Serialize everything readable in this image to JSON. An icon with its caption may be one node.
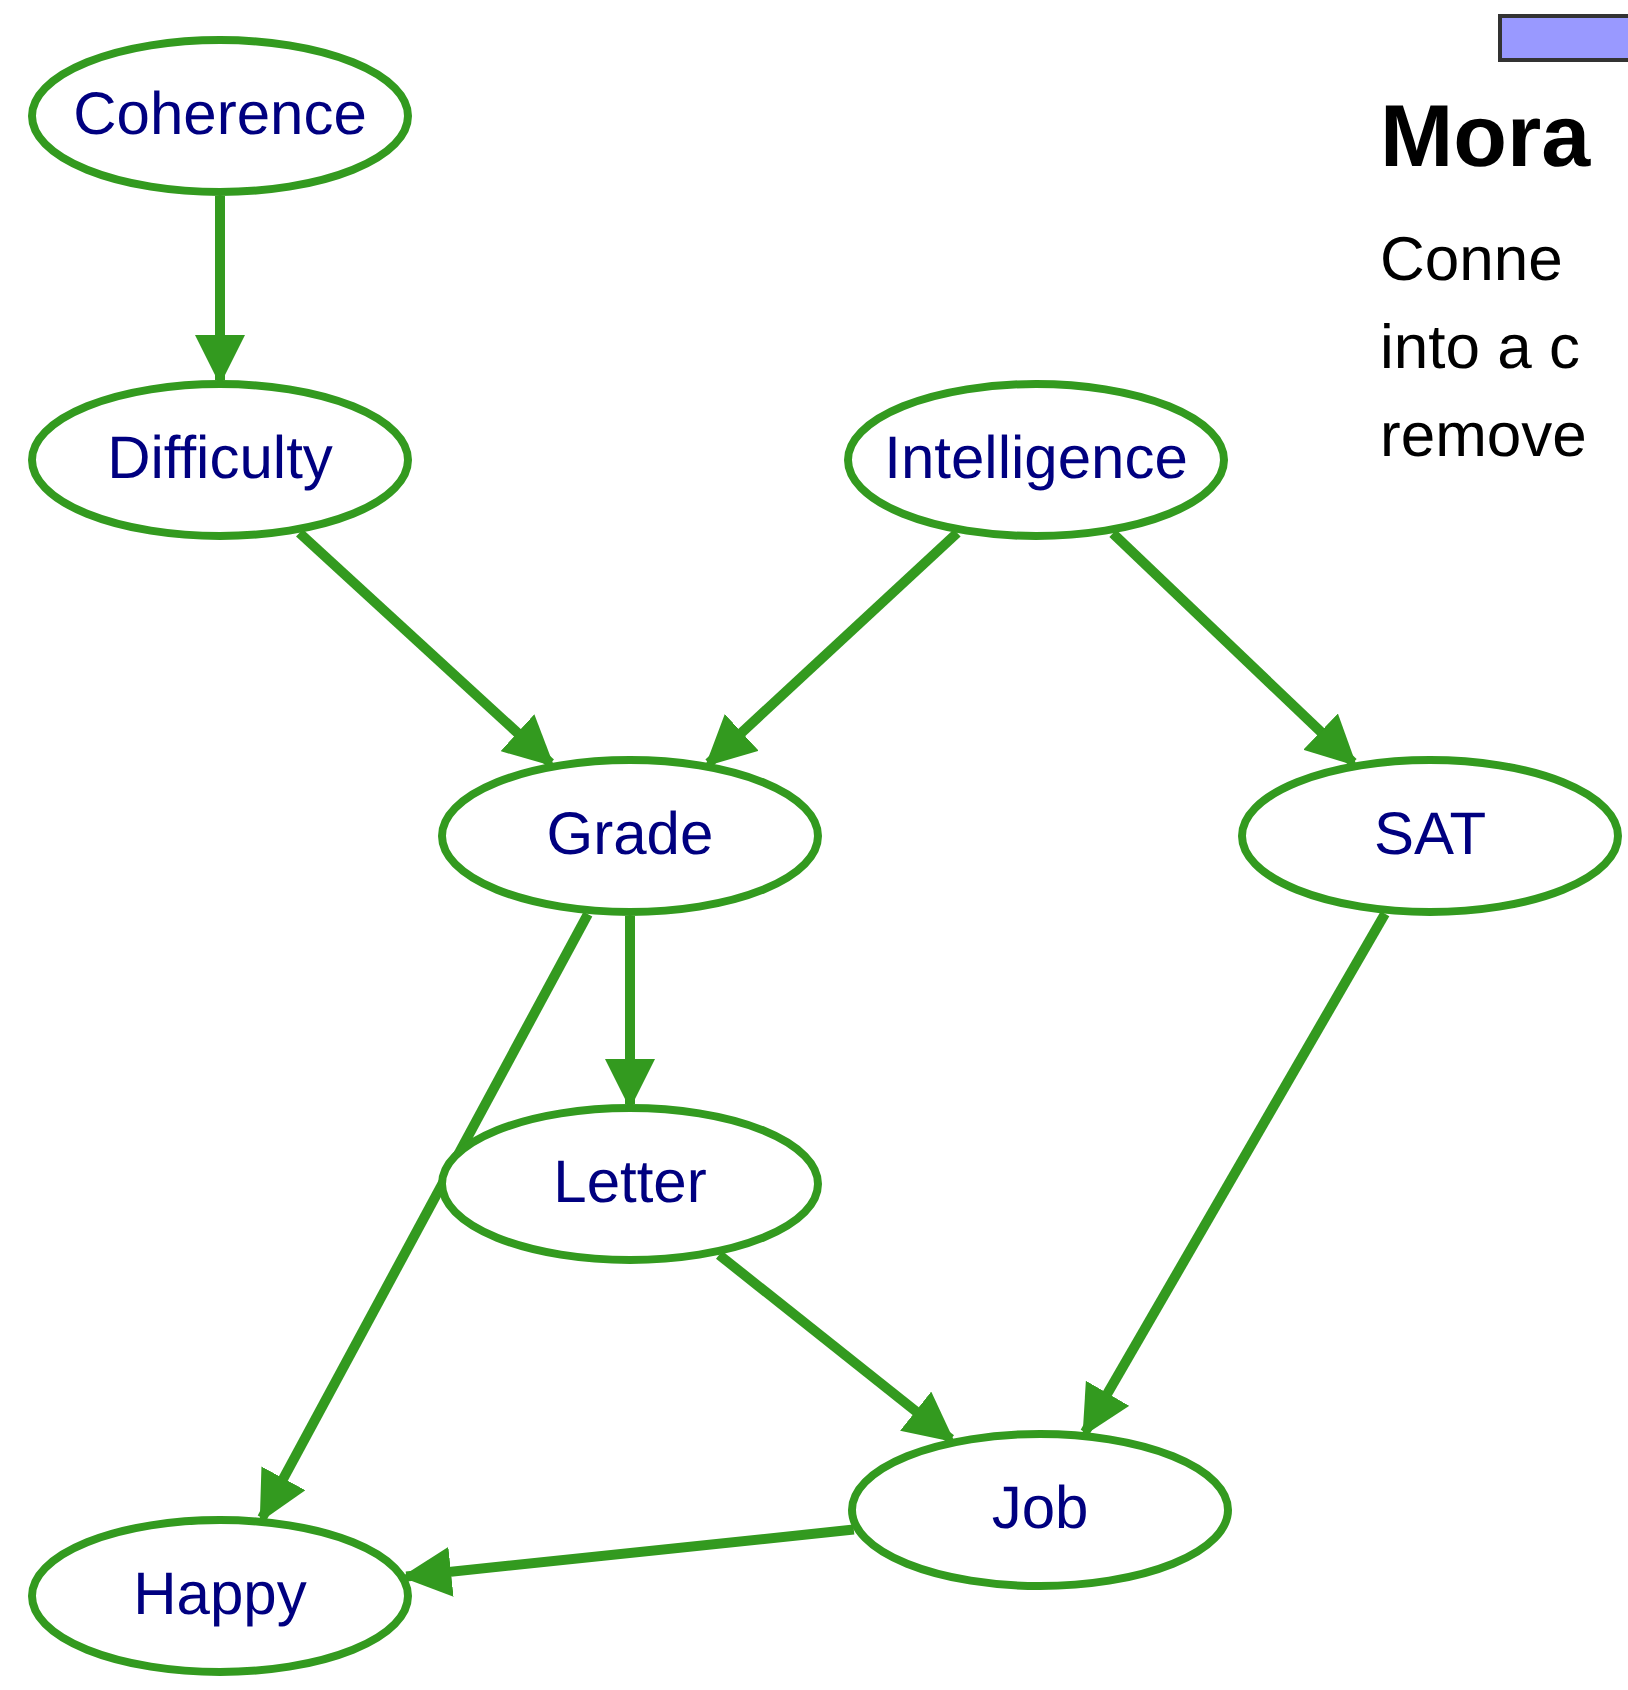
{
  "diagram": {
    "title": "Mora",
    "nodes": [
      {
        "text": [
          "Coherence"
        ]
      },
      {
        "text": [
          "Difficulty"
        ]
      },
      {
        "text": [
          "Intelligence"
        ]
      },
      {
        "text": [
          "Grade"
        ]
      },
      {
        "text": [
          "SAT"
        ]
      },
      {
        "text": [
          "Letter"
        ]
      },
      {
        "text": [
          "Job"
        ]
      },
      {
        "text": [
          "Happy"
        ]
      }
    ],
    "edges": [
      {
        "from": 0,
        "to": 1,
        "arrow": "to"
      },
      {
        "from": 1,
        "to": 3,
        "arrow": "to"
      },
      {
        "from": 2,
        "to": 3,
        "arrow": "to"
      },
      {
        "from": 2,
        "to": 4,
        "arrow": "to"
      },
      {
        "from": 3,
        "to": 5,
        "arrow": "to"
      },
      {
        "from": 3,
        "to": 7,
        "arrow": "to"
      },
      {
        "from": 5,
        "to": 6,
        "arrow": "to"
      },
      {
        "from": 4,
        "to": 6,
        "arrow": "to"
      },
      {
        "from": 6,
        "to": 7,
        "arrow": "to"
      }
    ],
    "labels": [
      "Conne",
      "into a c",
      "remove"
    ]
  }
}
